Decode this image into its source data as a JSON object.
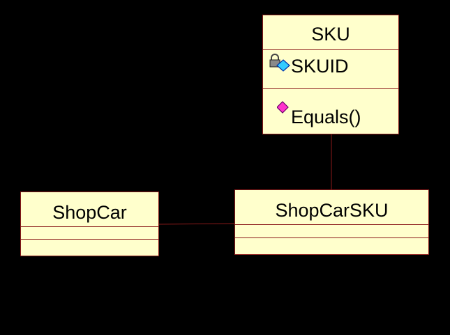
{
  "colors": {
    "background": "#000000",
    "class_fill": "#ffffcc",
    "class_border": "#8b1a1a",
    "association_line": "#8b1a1a"
  },
  "classes": {
    "sku": {
      "name": "SKU",
      "attributes": [
        {
          "name": "SKUID",
          "icon": "private-attribute-icon"
        }
      ],
      "operations": [
        {
          "name": "Equals()",
          "icon": "public-operation-icon"
        }
      ]
    },
    "shopcar": {
      "name": "ShopCar",
      "attributes": [],
      "operations": []
    },
    "shopcarsku": {
      "name": "ShopCarSKU",
      "attributes": [],
      "operations": []
    }
  },
  "associations": [
    {
      "from": "SKU",
      "to": "ShopCarSKU"
    },
    {
      "from": "ShopCar",
      "to": "ShopCarSKU"
    }
  ]
}
